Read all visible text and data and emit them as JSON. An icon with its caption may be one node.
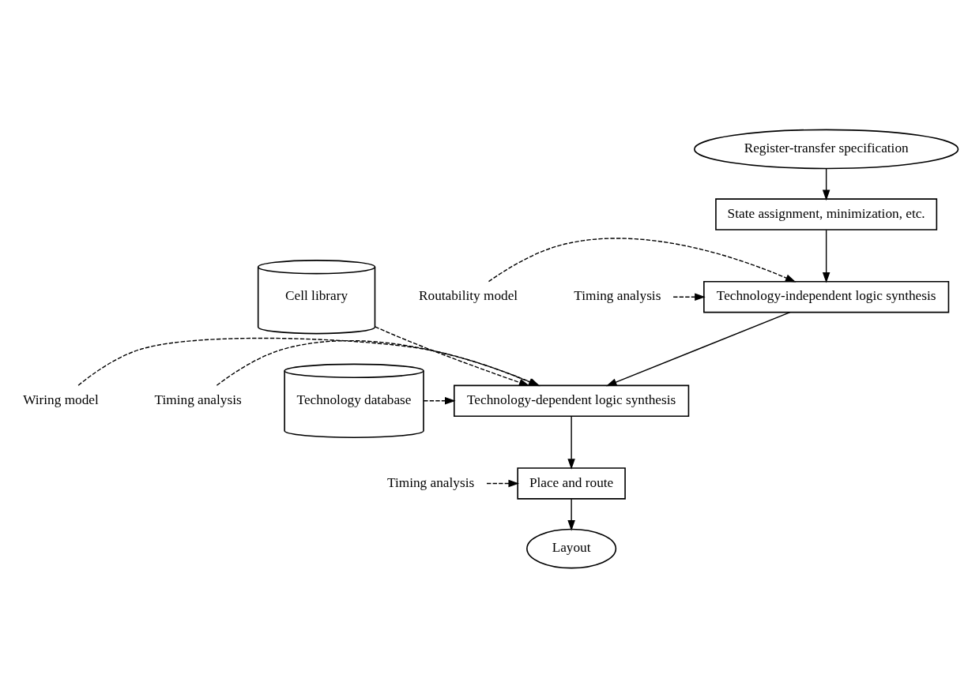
{
  "diagram": {
    "nodes": [
      {
        "text": [
          "Register-transfer specification"
        ]
      },
      {
        "text": [
          "State assignment, minimization, etc."
        ]
      },
      {
        "text": [
          "Technology-independent logic synthesis"
        ]
      },
      {
        "text": [
          "Routability model"
        ]
      },
      {
        "text": [
          "Timing analysis"
        ]
      },
      {
        "text": [
          "Cell library"
        ]
      },
      {
        "text": [
          "Technology-dependent logic synthesis"
        ]
      },
      {
        "text": [
          "Wiring model"
        ]
      },
      {
        "text": [
          "Timing analysis"
        ]
      },
      {
        "text": [
          "Technology database"
        ]
      },
      {
        "text": [
          "Place and route"
        ]
      },
      {
        "text": [
          "Timing analysis"
        ]
      },
      {
        "text": [
          "Layout"
        ]
      }
    ],
    "edges": [
      {
        "from": 0,
        "to": 1,
        "arrow": "to"
      },
      {
        "from": 1,
        "to": 2,
        "arrow": "to"
      },
      {
        "from": 3,
        "to": 2,
        "arrow": "to",
        "style": "dashed"
      },
      {
        "from": 4,
        "to": 2,
        "arrow": "to",
        "style": "dashed"
      },
      {
        "from": 2,
        "to": 6,
        "arrow": "to"
      },
      {
        "from": 5,
        "to": 6,
        "arrow": "to",
        "style": "dashed"
      },
      {
        "from": 7,
        "to": 6,
        "arrow": "to",
        "style": "dashed"
      },
      {
        "from": 8,
        "to": 6,
        "arrow": "to",
        "style": "dashed"
      },
      {
        "from": 9,
        "to": 6,
        "arrow": "to",
        "style": "dashed"
      },
      {
        "from": 6,
        "to": 10,
        "arrow": "to"
      },
      {
        "from": 11,
        "to": 10,
        "arrow": "to",
        "style": "dashed"
      },
      {
        "from": 10,
        "to": 12,
        "arrow": "to"
      }
    ]
  }
}
